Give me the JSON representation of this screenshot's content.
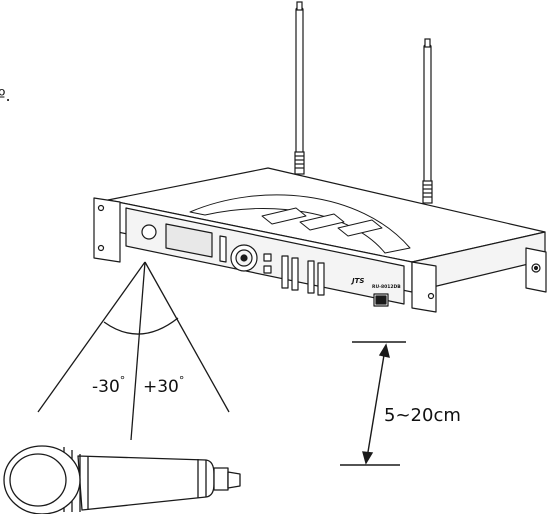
{
  "labels": {
    "corner_text": "º.",
    "angle_left": "-30",
    "angle_right": "+30",
    "degree_mark": "°",
    "distance": "5~20cm",
    "brand": "JTS",
    "model": "RU-8012DB"
  },
  "icons": {
    "receiver": "rack-receiver-icon",
    "antenna": "antenna-icon",
    "microphone": "handheld-microphone-icon"
  },
  "colors": {
    "line": "#1a1a1a",
    "panel": "#f4f4f4",
    "screen": "#e8e8e8"
  }
}
